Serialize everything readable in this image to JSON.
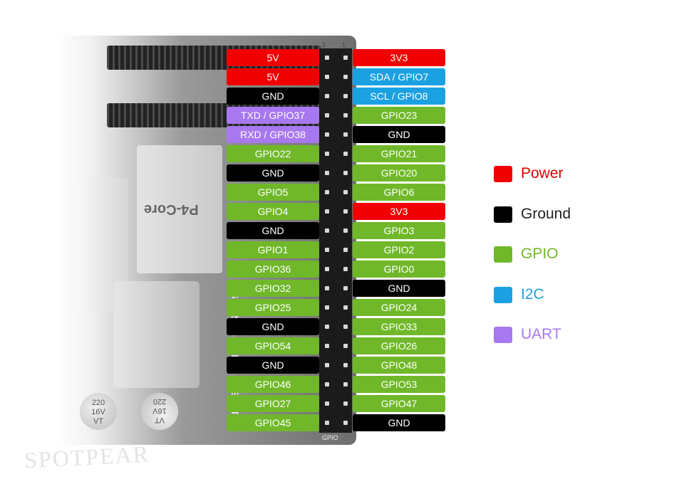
{
  "board": {
    "silkscreen": "ESP32-P4-WIFI6-POE-ETH",
    "chip_label": "P4-Core",
    "header_label": "GPIO",
    "header_pin_numbers": [
      "2",
      "1"
    ],
    "capacitor_1": "220\n16V\nVT",
    "capacitor_2": "VT\n16V\n220"
  },
  "watermark": "SPOTPEAR",
  "colors": {
    "power": "#f00000",
    "ground": "#000000",
    "gpio": "#70b82a",
    "i2c": "#1ba1e2",
    "uart": "#a878f0"
  },
  "pins": {
    "left": [
      {
        "label": "5V",
        "type": "power"
      },
      {
        "label": "5V",
        "type": "power"
      },
      {
        "label": "GND",
        "type": "ground"
      },
      {
        "label": "TXD / GPIO37",
        "type": "uart"
      },
      {
        "label": "RXD / GPIO38",
        "type": "uart"
      },
      {
        "label": "GPIO22",
        "type": "gpio"
      },
      {
        "label": "GND",
        "type": "ground"
      },
      {
        "label": "GPIO5",
        "type": "gpio"
      },
      {
        "label": "GPIO4",
        "type": "gpio"
      },
      {
        "label": "GND",
        "type": "ground"
      },
      {
        "label": "GPIO1",
        "type": "gpio"
      },
      {
        "label": "GPIO36",
        "type": "gpio"
      },
      {
        "label": "GPIO32",
        "type": "gpio"
      },
      {
        "label": "GPIO25",
        "type": "gpio"
      },
      {
        "label": "GND",
        "type": "ground"
      },
      {
        "label": "GPIO54",
        "type": "gpio"
      },
      {
        "label": "GND",
        "type": "ground"
      },
      {
        "label": "GPIO46",
        "type": "gpio"
      },
      {
        "label": "GPIO27",
        "type": "gpio"
      },
      {
        "label": "GPIO45",
        "type": "gpio"
      }
    ],
    "right": [
      {
        "label": "3V3",
        "type": "power"
      },
      {
        "label": "SDA / GPIO7",
        "type": "i2c"
      },
      {
        "label": "SCL / GPIO8",
        "type": "i2c"
      },
      {
        "label": "GPIO23",
        "type": "gpio"
      },
      {
        "label": "GND",
        "type": "ground"
      },
      {
        "label": "GPIO21",
        "type": "gpio"
      },
      {
        "label": "GPIO20",
        "type": "gpio"
      },
      {
        "label": "GPIO6",
        "type": "gpio"
      },
      {
        "label": "3V3",
        "type": "power"
      },
      {
        "label": "GPIO3",
        "type": "gpio"
      },
      {
        "label": "GPIO2",
        "type": "gpio"
      },
      {
        "label": "GPIO0",
        "type": "gpio"
      },
      {
        "label": "GND",
        "type": "ground"
      },
      {
        "label": "GPIO24",
        "type": "gpio"
      },
      {
        "label": "GPIO33",
        "type": "gpio"
      },
      {
        "label": "GPIO26",
        "type": "gpio"
      },
      {
        "label": "GPIO48",
        "type": "gpio"
      },
      {
        "label": "GPIO53",
        "type": "gpio"
      },
      {
        "label": "GPIO47",
        "type": "gpio"
      },
      {
        "label": "GND",
        "type": "ground"
      }
    ]
  },
  "legend": [
    {
      "label": "Power",
      "type": "power",
      "text_color": "#e00000"
    },
    {
      "label": "Ground",
      "type": "ground",
      "text_color": "#222222"
    },
    {
      "label": "GPIO",
      "type": "gpio",
      "text_color": "#70b82a"
    },
    {
      "label": "I2C",
      "type": "i2c",
      "text_color": "#1ba1e2"
    },
    {
      "label": "UART",
      "type": "uart",
      "text_color": "#a878f0"
    }
  ]
}
